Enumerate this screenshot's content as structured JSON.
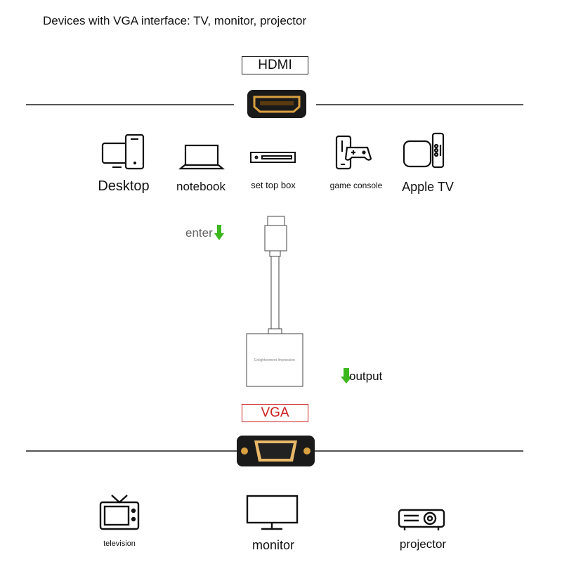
{
  "title": "Devices with VGA interface: TV, monitor, projector",
  "input_port": {
    "label": "HDMI"
  },
  "output_port": {
    "label": "VGA",
    "color": "#cc2020"
  },
  "source_devices": [
    {
      "label": "Desktop",
      "icon": "desktop-phone-icon"
    },
    {
      "label": "notebook",
      "icon": "laptop-icon"
    },
    {
      "label": "set top box",
      "icon": "set-top-box-icon"
    },
    {
      "label": "game console",
      "icon": "game-console-icon"
    },
    {
      "label": "Apple TV",
      "icon": "apple-tv-icon"
    }
  ],
  "adapter": {
    "brand": "Enlightenment Impression",
    "enter_label": "enter",
    "output_label": "output",
    "arrow_color": "#3cb81e"
  },
  "target_devices": [
    {
      "label": "television",
      "icon": "tv-icon"
    },
    {
      "label": "monitor",
      "icon": "monitor-icon"
    },
    {
      "label": "projector",
      "icon": "projector-icon"
    }
  ]
}
